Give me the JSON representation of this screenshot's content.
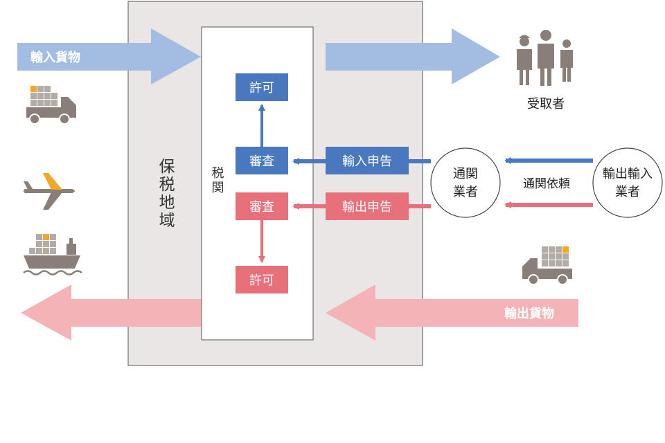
{
  "labels": {
    "import_cargo": "輸入貨物",
    "export_cargo": "輸出貨物",
    "receiver": "受取者",
    "bonded_area": "保税地域",
    "customs": "税関",
    "permit_import": "許可",
    "review_import": "審査",
    "review_export": "審査",
    "permit_export": "許可",
    "import_declaration": "輸入申告",
    "export_declaration": "輸出申告",
    "customs_broker": [
      "通関",
      "業者"
    ],
    "clearance_request": "通関依頼",
    "trader": [
      "輸出輸入",
      "業者"
    ]
  },
  "icons": [
    "truck-icon",
    "airplane-icon",
    "ship-icon",
    "people-icon",
    "truck-icon"
  ],
  "colors": {
    "import_blue": "#4a78bf",
    "import_arrow_light": "#a3bde2",
    "export_red": "#e8707a",
    "export_arrow_light": "#f3b3b7",
    "bonded_area_bg": "#eae6e5",
    "icon_brown": "#8a7f78",
    "icon_box": "#b3aba6",
    "icon_accent": "#f0a72a"
  }
}
